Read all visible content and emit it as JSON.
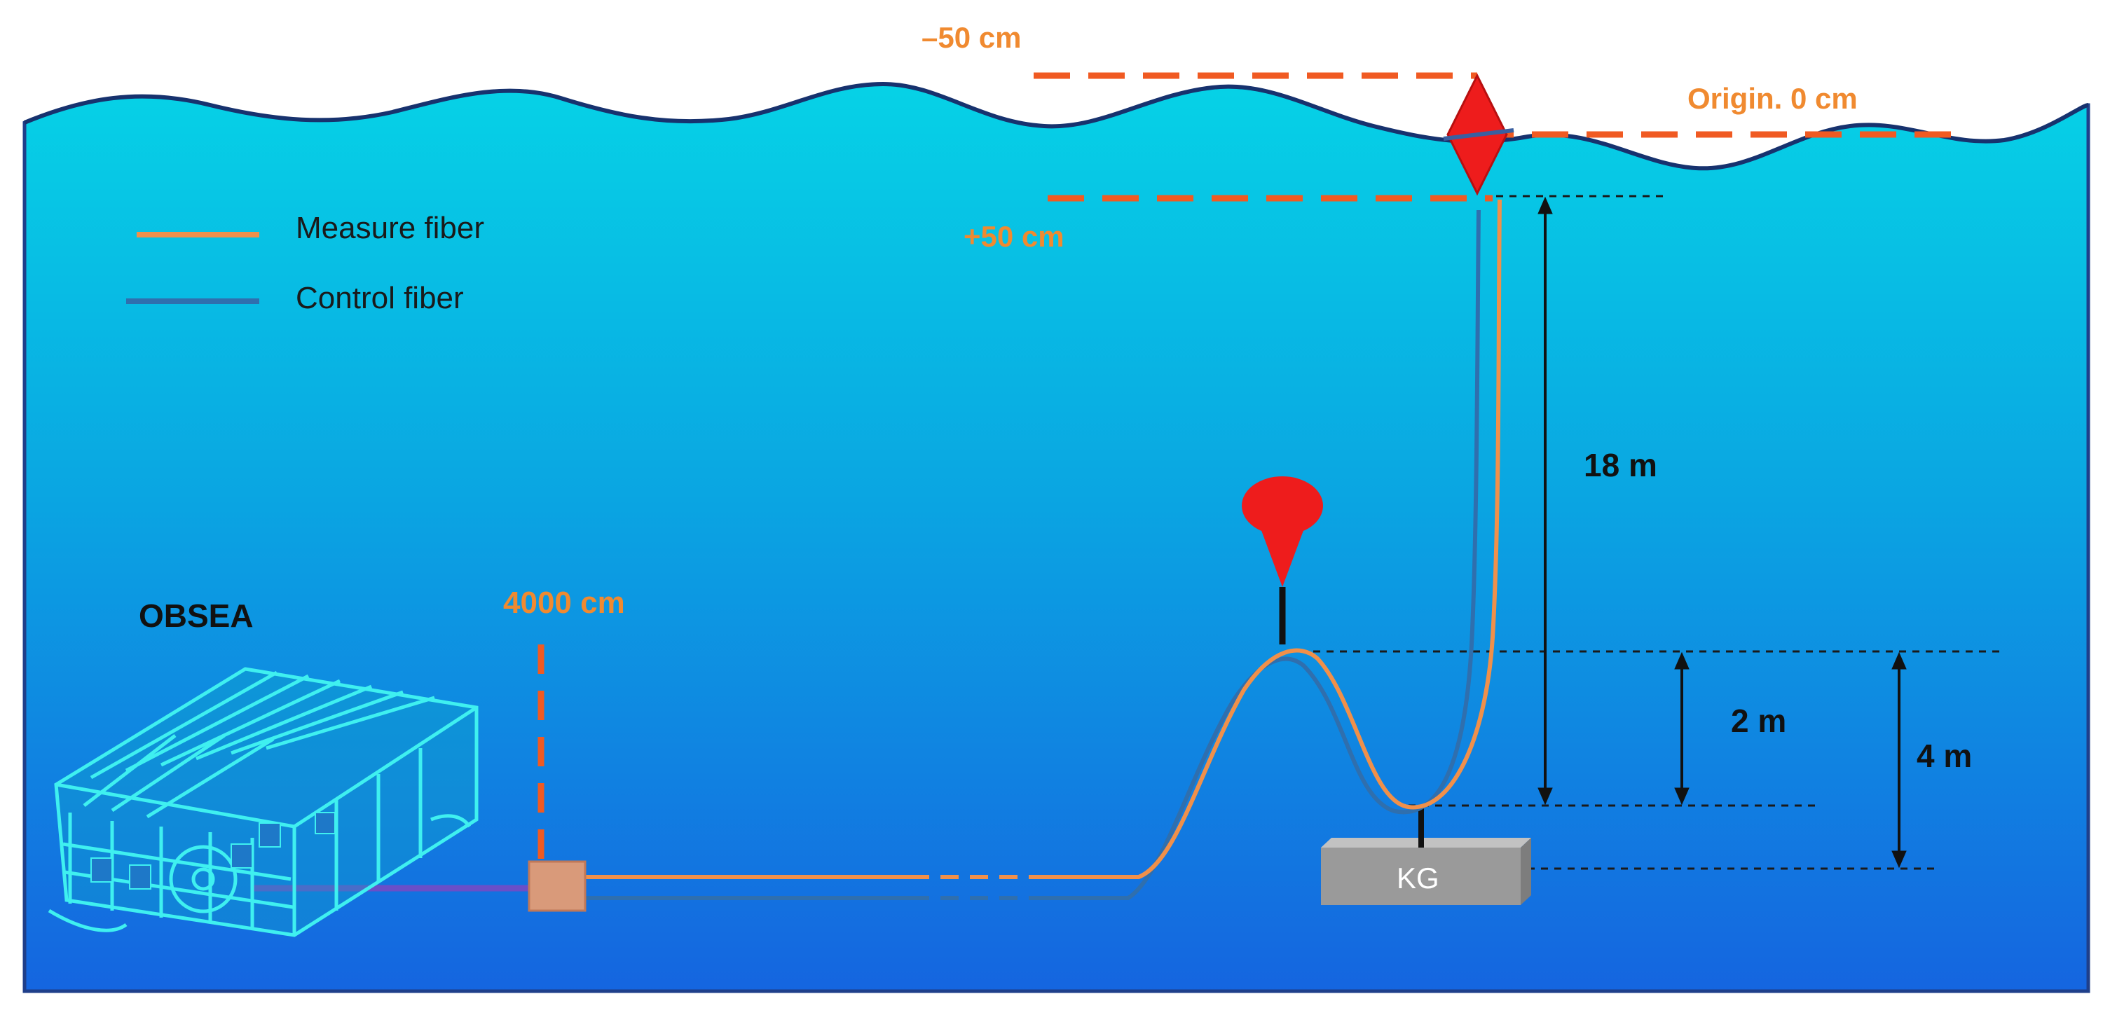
{
  "labels": {
    "minus50": "–50 cm",
    "plus50": "+50 cm",
    "origin": "Origin. 0 cm",
    "d4000": "4000 cm",
    "obsea": "OBSEA",
    "h18": "18 m",
    "h2": "2 m",
    "h4": "4 m",
    "kg": "KG"
  },
  "legend": {
    "measure": "Measure fiber",
    "control": "Control fiber"
  },
  "colors": {
    "water_top": "#06d2e6",
    "water_bottom": "#1565e0",
    "measure_fiber": "#f0904a",
    "control_fiber": "#2f6fae",
    "marker_red": "#ee1c1c",
    "dashed_orange": "#f05a22",
    "label_orange": "#f08a30",
    "kg_block": "#9a9a9a"
  },
  "icons": {
    "obsea": "observatory-frame-icon",
    "buoy": "buoy-marker-icon",
    "surface_marker": "diamond-marker-icon"
  }
}
